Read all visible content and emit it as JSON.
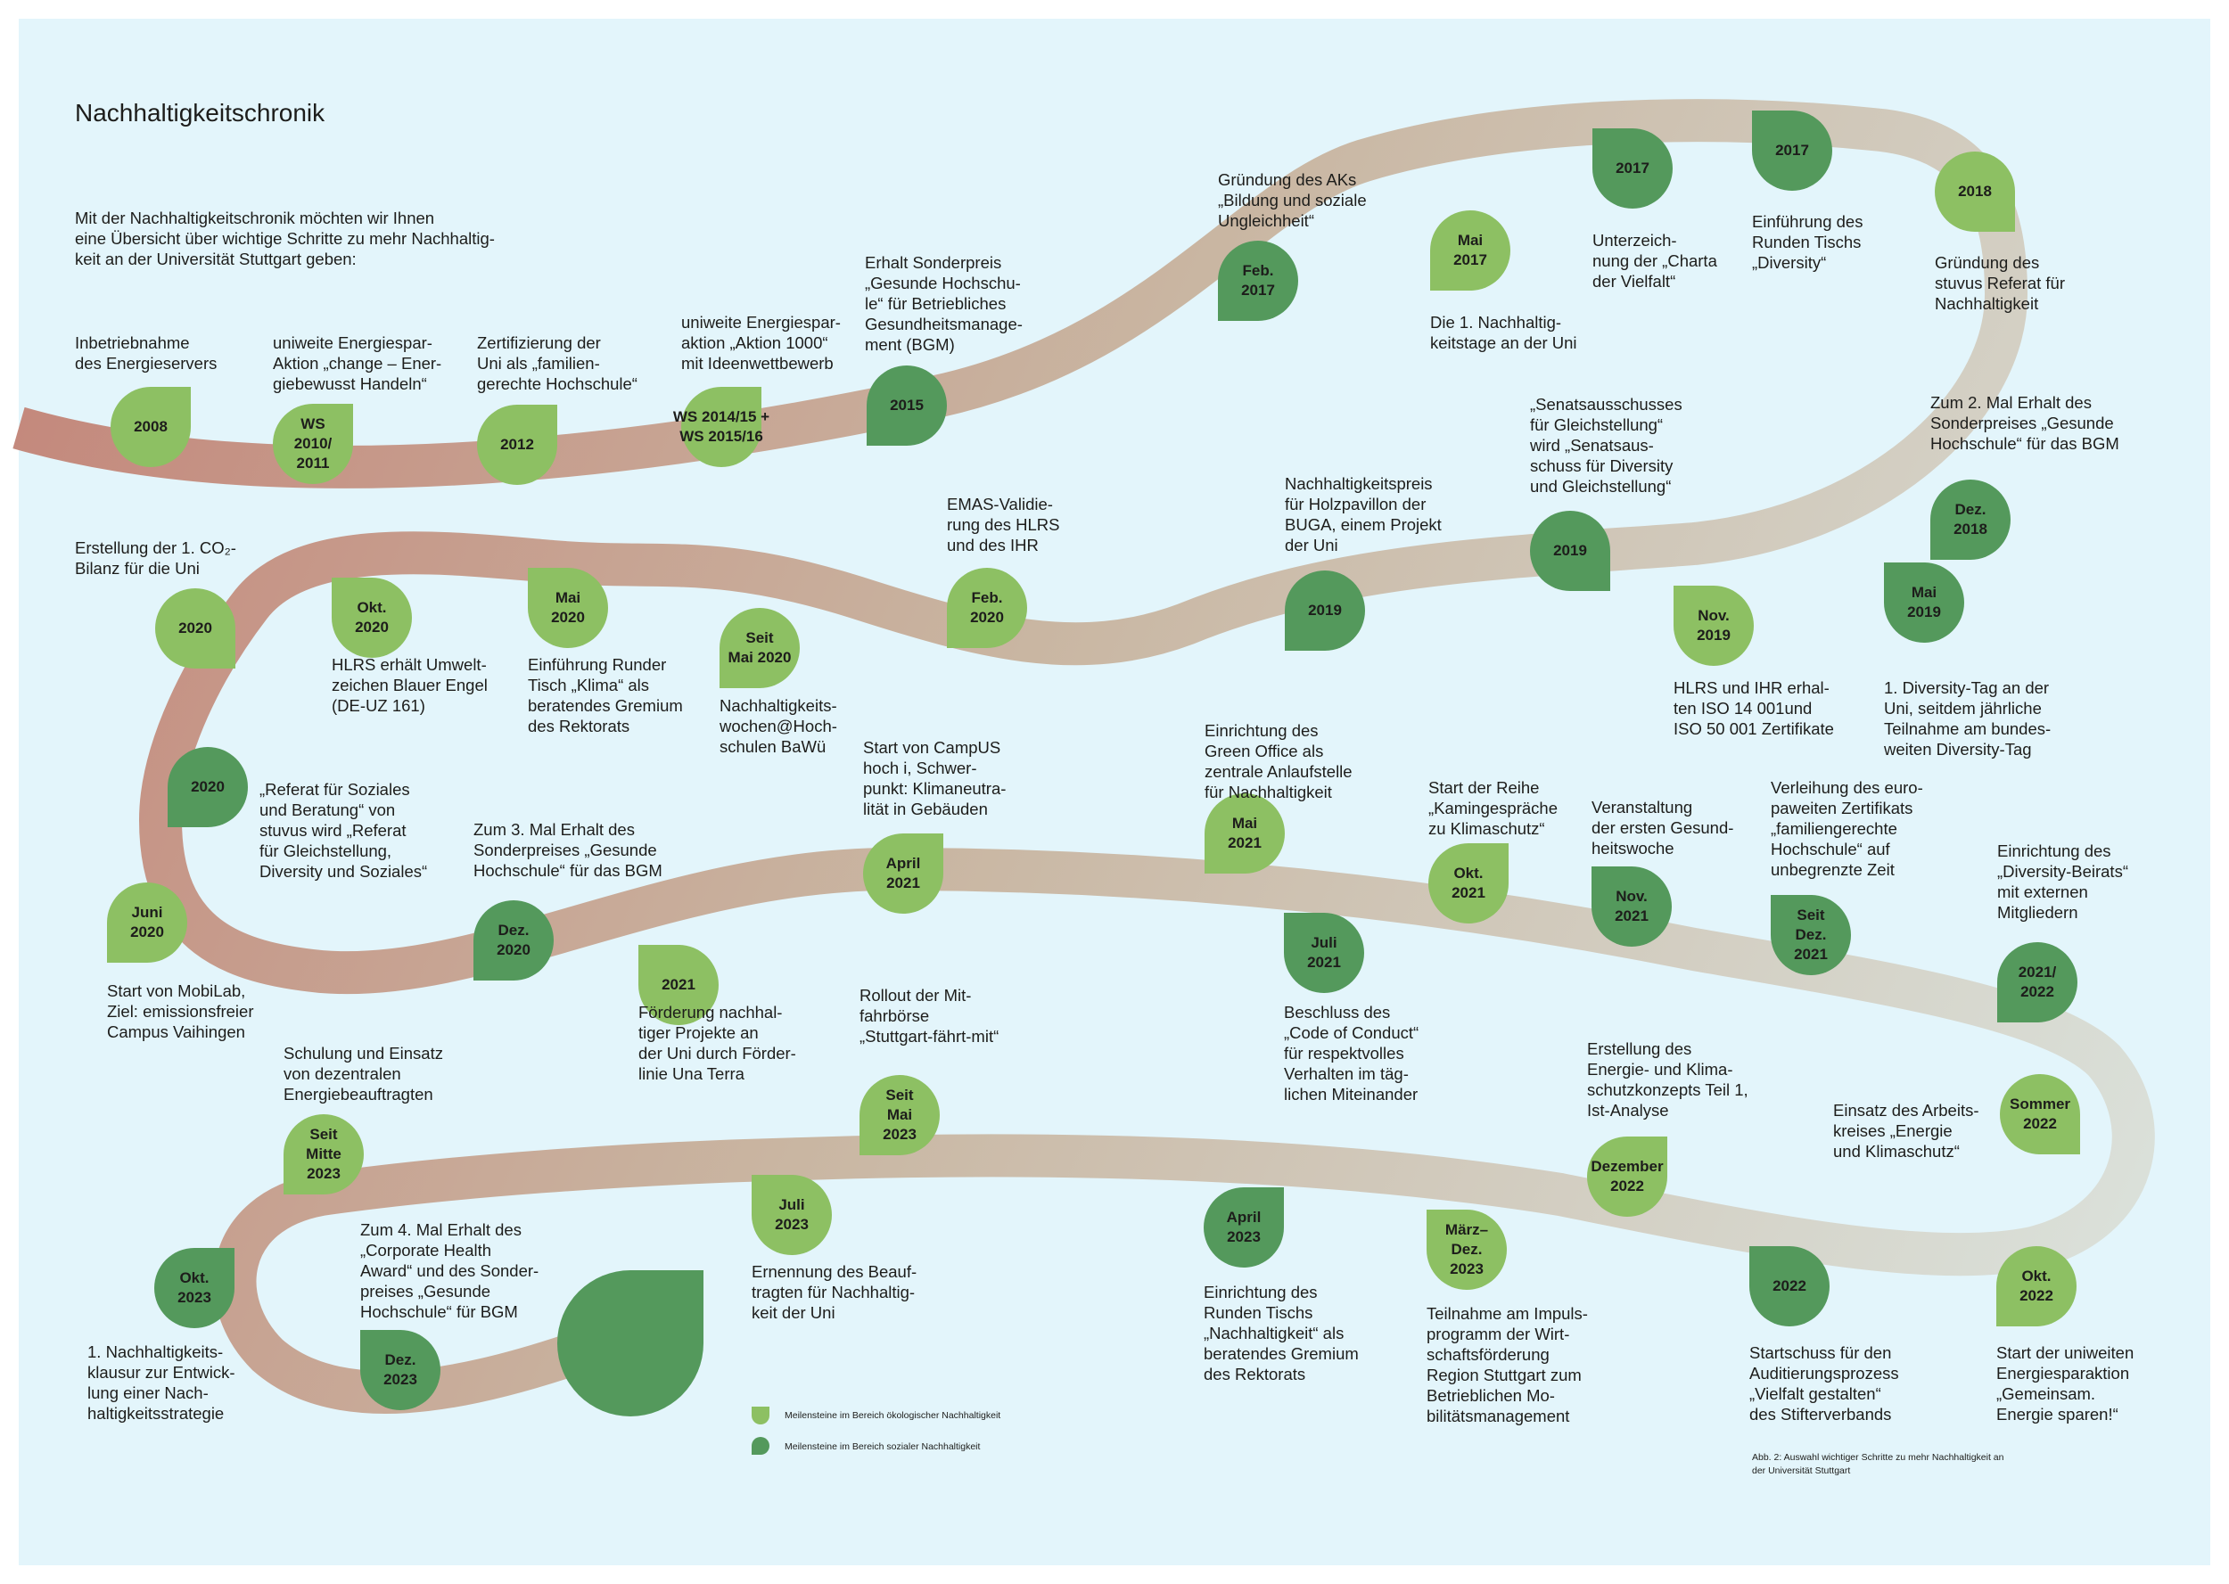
{
  "title": "Nachhaltigkeitschronik",
  "intro": "Mit der Nachhaltigkeitschronik möchten wir Ihnen\neine Übersicht über wichtige Schritte zu mehr Nachhaltig-\nkeit an der Universität Stuttgart geben:",
  "colors": {
    "panel": "#e3f5fb",
    "ecological": "#8dc063",
    "social": "#54995c",
    "road_start": "#c4877b",
    "road_mid": "#c9b6a2",
    "road_end": "#dbe2dc"
  },
  "milestones": [
    {
      "label": "2008",
      "category": "ecological",
      "text": "Inbetriebnahme\ndes Energieservers"
    },
    {
      "label": "WS\n2010/\n2011",
      "category": "ecological",
      "text": "uniweite Energiespar-\nAktion „change – Ener-\ngiebewusst Handeln“"
    },
    {
      "label": "2012",
      "category": "ecological",
      "text": "Zertifizierung der\nUni als „familien-\ngerechte Hochschule“"
    },
    {
      "label": "WS 2014/15 +\nWS 2015/16",
      "category": "ecological",
      "text": "uniweite Energiespar-\naktion „Aktion 1000“\nmit Ideenwettbewerb"
    },
    {
      "label": "2015",
      "category": "social",
      "text": "Erhalt Sonderpreis\n„Gesunde Hochschu-\nle“ für Betriebliches\nGesundheitsmanage-\nment (BGM)"
    },
    {
      "label": "Feb.\n2017",
      "category": "social",
      "text": "Gründung des AKs\n„Bildung und soziale\nUngleichheit“"
    },
    {
      "label": "Mai\n2017",
      "category": "ecological",
      "text": "Die 1. Nachhaltig-\nkeitstage an der Uni"
    },
    {
      "label": "2017",
      "category": "social",
      "text": "Unterzeich-\nnung der „Charta\nder Vielfalt“"
    },
    {
      "label": "2017",
      "category": "social",
      "text": "Einführung des\nRunden Tischs\n„Diversity“"
    },
    {
      "label": "2018",
      "category": "ecological",
      "text": "Gründung des\nstuvus Referat für\nNachhaltigkeit"
    },
    {
      "label": "Dez.\n2018",
      "category": "social",
      "text": "Zum 2. Mal Erhalt des\nSonderpreises „Gesunde\nHochschule“ für das BGM"
    },
    {
      "label": "Mai\n2019",
      "category": "social",
      "text": "1. Diversity-Tag an der\nUni, seitdem jährliche\nTeilnahme am bundes-\nweiten Diversity-Tag"
    },
    {
      "label": "Nov.\n2019",
      "category": "ecological",
      "text": "HLRS und IHR erhal-\nten ISO 14 001und\nISO 50 001 Zertifikate"
    },
    {
      "label": "2019",
      "category": "social",
      "text": "„Senatsausschusses\nfür Gleichstellung“\nwird „Senatsaus-\nschuss für Diversity\nund Gleichstellung“"
    },
    {
      "label": "2019",
      "category": "social",
      "text": "Nachhaltigkeitspreis\nfür Holzpavillon der\nBUGA, einem Projekt\nder Uni"
    },
    {
      "label": "Feb.\n2020",
      "category": "ecological",
      "text": "EMAS-Validie-\nrung des HLRS\nund des IHR"
    },
    {
      "label": "Seit\nMai 2020",
      "category": "ecological",
      "text": "Nachhaltigkeits-\nwochen@Hoch-\nschulen BaWü"
    },
    {
      "label": "Mai\n2020",
      "category": "ecological",
      "text": "Einführung Runder\nTisch „Klima“ als\nberatendes Gremium\ndes Rektorats"
    },
    {
      "label": "Okt.\n2020",
      "category": "ecological",
      "text": "HLRS erhält Umwelt-\nzeichen Blauer Engel\n(DE-UZ 161)"
    },
    {
      "label": "2020",
      "category": "ecological",
      "text": "Erstellung der 1. CO₂-\nBilanz für die Uni"
    },
    {
      "label": "2020",
      "category": "social",
      "text": "„Referat für Soziales\nund Beratung“ von\nstuvus wird „Referat\nfür Gleichstellung,\nDiversity und Soziales“"
    },
    {
      "label": "Juni\n2020",
      "category": "ecological",
      "text": "Start von MobiLab,\nZiel: emissionsfreier\nCampus Vaihingen"
    },
    {
      "label": "Dez.\n2020",
      "category": "social",
      "text": "Zum 3. Mal Erhalt des\nSonderpreises „Gesunde\nHochschule“ für das BGM"
    },
    {
      "label": "2021",
      "category": "ecological",
      "text": "Förderung nachhal-\ntiger Projekte an\nder Uni durch Förder-\nlinie Una Terra"
    },
    {
      "label": "April\n2021",
      "category": "ecological",
      "text": "Start von CampUS\nhoch i, Schwer-\npunkt: Klimaneutra-\nlität in Gebäuden"
    },
    {
      "label": "Mai\n2021",
      "category": "ecological",
      "text": "Einrichtung des\nGreen Office als\nzentrale Anlaufstelle\nfür Nachhaltigkeit"
    },
    {
      "label": "Juli\n2021",
      "category": "social",
      "text": "Beschluss des\n„Code of Conduct“\nfür respektvolles\nVerhalten im täg-\nlichen Miteinander"
    },
    {
      "label": "Okt.\n2021",
      "category": "ecological",
      "text": "Start der Reihe\n„Kamingespräche\nzu Klimaschutz“"
    },
    {
      "label": "Nov.\n2021",
      "category": "social",
      "text": "Veranstaltung\nder ersten Gesund-\nheitswoche"
    },
    {
      "label": "Seit\nDez.\n2021",
      "category": "social",
      "text": "Verleihung des euro-\npaweiten Zertifikats\n„familiengerechte\nHochschule“ auf\nunbegrenzte Zeit"
    },
    {
      "label": "2021/\n2022",
      "category": "social",
      "text": "Einrichtung des\n„Diversity-Beirats“\nmit externen\nMitgliedern"
    },
    {
      "label": "Sommer\n2022",
      "category": "ecological",
      "text": "Einsatz des Arbeits-\nkreises „Energie\nund Klimaschutz“"
    },
    {
      "label": "Okt.\n2022",
      "category": "ecological",
      "text": "Start der uniweiten\nEnergiesparaktion\n„Gemeinsam.\nEnergie sparen!“"
    },
    {
      "label": "2022",
      "category": "social",
      "text": "Startschuss für den\nAuditierungsprozess\n„Vielfalt gestalten“\ndes Stifterverbands"
    },
    {
      "label": "Dezember\n2022",
      "category": "ecological",
      "text": "Erstellung des\nEnergie- und Klima-\nschutzkonzepts Teil 1,\nIst-Analyse"
    },
    {
      "label": "März–\nDez.\n2023",
      "category": "ecological",
      "text": "Teilnahme am Impuls-\nprogramm der Wirt-\nschaftsförderung\nRegion Stuttgart zum\nBetrieblichen Mo-\nbilitätsmanagement"
    },
    {
      "label": "April\n2023",
      "category": "social",
      "text": "Einrichtung des\nRunden Tischs\n„Nachhaltigkeit“ als\nberatendes Gremium\ndes Rektorats"
    },
    {
      "label": "Seit\nMai\n2023",
      "category": "ecological",
      "text": "Rollout der Mit-\nfahrbörse\n„Stuttgart-fährt-mit“"
    },
    {
      "label": "Juli\n2023",
      "category": "ecological",
      "text": "Ernennung des Beauf-\ntragten für Nachhaltig-\nkeit der Uni"
    },
    {
      "label": "Seit\nMitte\n2023",
      "category": "ecological",
      "text": "Schulung und Einsatz\nvon dezentralen\nEnergiebeauftragten"
    },
    {
      "label": "Dez.\n2023",
      "category": "social",
      "text": "Zum 4. Mal Erhalt des\n„Corporate Health\nAward“ und des Sonder-\npreises „Gesunde\nHochschule“ für BGM"
    },
    {
      "label": "Okt.\n2023",
      "category": "social",
      "text": "1. Nachhaltigkeits-\nklausur zur Entwick-\nlung einer Nach-\nhaltigkeitsstrategie"
    }
  ],
  "legend": {
    "ecological": "Meilensteine im Bereich ökologischer Nachhaltigkeit",
    "social": "Meilensteine im Bereich sozialer Nachhaltigkeit"
  },
  "caption": "Abb. 2: Auswahl wichtiger Schritte zu mehr Nachhaltigkeit an\nder Universität Stuttgart"
}
